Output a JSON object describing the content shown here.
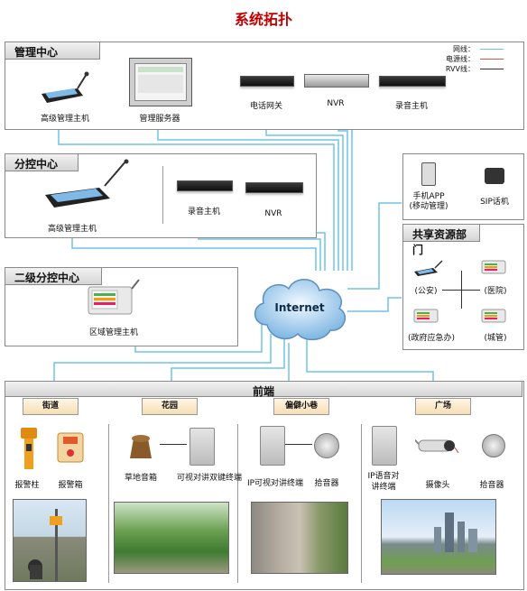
{
  "title": "系统拓扑",
  "legend": {
    "network": "网线：",
    "power": "电源线：",
    "rvv": "RVV线：",
    "colors": {
      "network": "#6fc3e6",
      "power": "#d9534f",
      "rvv": "#333333"
    }
  },
  "mgmt_center": {
    "header": "管理中心",
    "devices": [
      "高级管理主机",
      "管理服务器",
      "电话网关",
      "NVR",
      "录音主机"
    ]
  },
  "branch_center": {
    "header": "分控中心",
    "devices": [
      "高级管理主机",
      "录音主机",
      "NVR"
    ]
  },
  "sub_center": {
    "header": "二级分控中心",
    "devices": [
      "区域管理主机"
    ]
  },
  "mobile": {
    "app": "手机APP",
    "app_sub": "(移动管理)",
    "sip": "SIP话机"
  },
  "shared": {
    "header": "共享资源部门",
    "items": [
      "(公安)",
      "(医院)",
      "(政府应急办)",
      "(城管)"
    ]
  },
  "internet": "Internet",
  "frontend": {
    "header": "前端",
    "zones": [
      {
        "name": "街道",
        "devices": [
          "报警柱",
          "报警箱"
        ]
      },
      {
        "name": "花园",
        "devices": [
          "草地音箱",
          "可视对讲双键终端"
        ]
      },
      {
        "name": "偏僻小巷",
        "devices": [
          "IP可视对讲终端",
          "拾音器"
        ]
      },
      {
        "name": "广场",
        "devices": [
          "IP语音对讲终端",
          "摄像头",
          "拾音器"
        ]
      }
    ]
  },
  "icons": [
    "internet-cloud-icon",
    "console-icon",
    "rack-server-icon",
    "phone-icon",
    "intercom-icon",
    "camera-icon",
    "speaker-icon",
    "microphone-icon"
  ]
}
